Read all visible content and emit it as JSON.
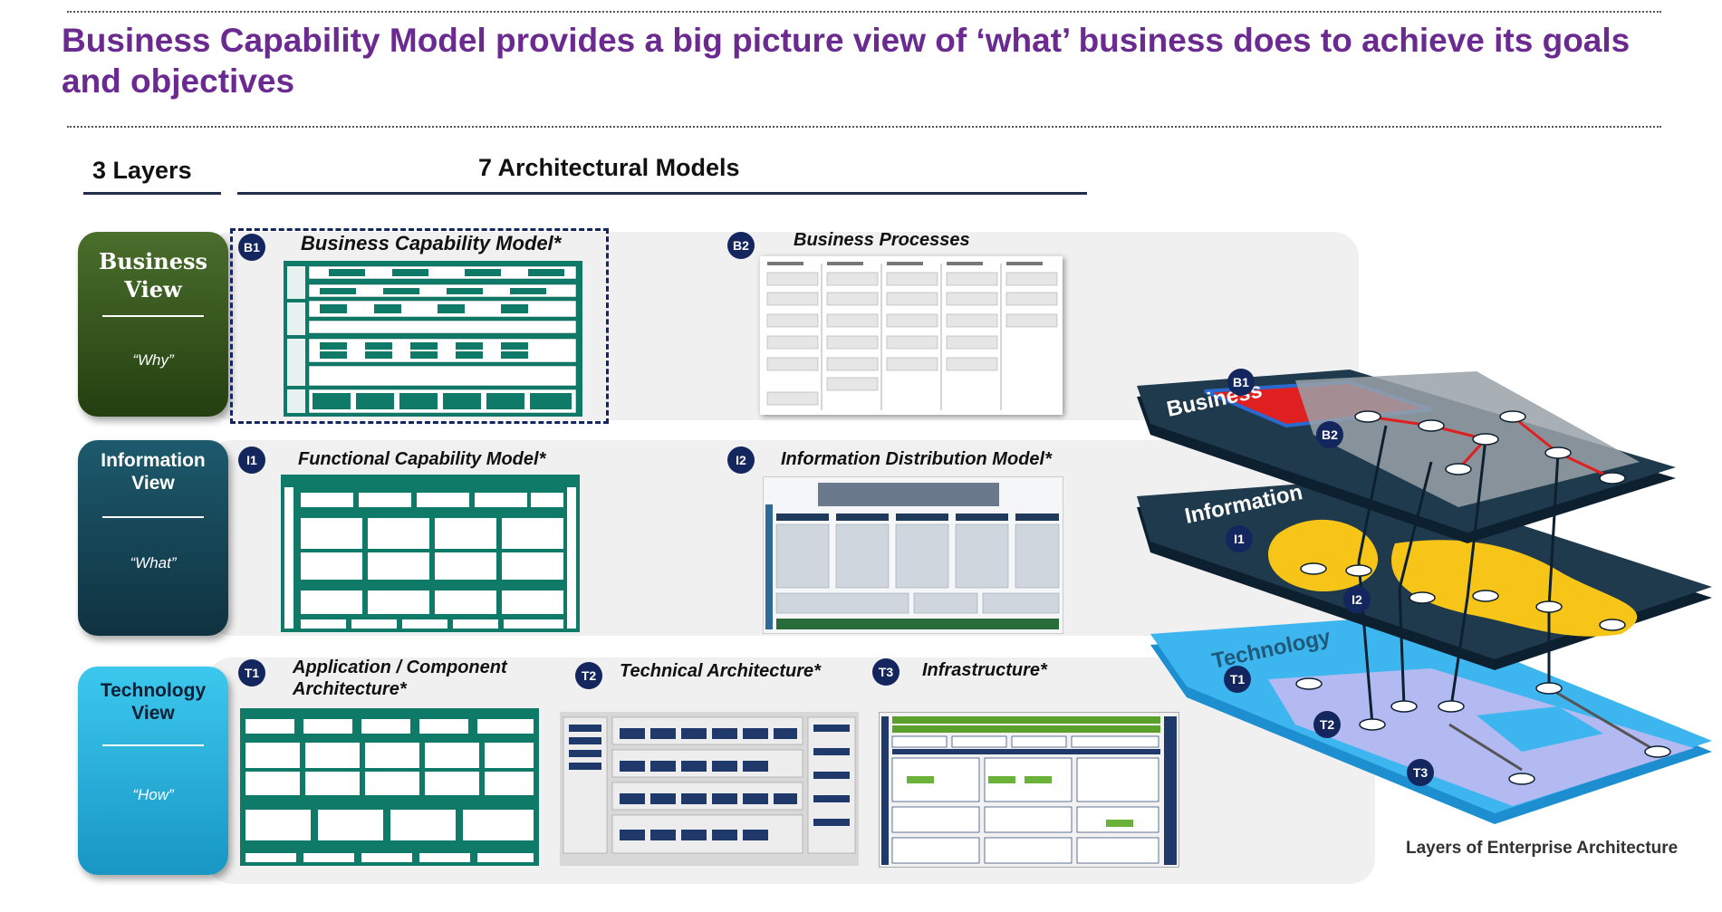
{
  "title": "Business Capability Model provides a big picture view of ‘what’ business does to achieve its goals and objectives",
  "headers": {
    "layers": "3 Layers",
    "models": "7 Architectural Models"
  },
  "layers": [
    {
      "name": "Business View",
      "line1": "Business",
      "line2": "View",
      "question": "“Why”",
      "color": "#2e4e1a"
    },
    {
      "name": "Information View",
      "line1": "Information",
      "line2": "View",
      "question": "“What”",
      "color": "#123e4d"
    },
    {
      "name": "Technology View",
      "line1": "Technology",
      "line2": "View",
      "question": "“How”",
      "color": "#1fb3dc"
    }
  ],
  "models": [
    {
      "id": "B1",
      "title": "Business Capability Model*"
    },
    {
      "id": "B2",
      "title": "Business Processes"
    },
    {
      "id": "I1",
      "title": "Functional Capability Model*"
    },
    {
      "id": "I2",
      "title": "Information Distribution Model*"
    },
    {
      "id": "T1",
      "title_line1": "Application / Component",
      "title_line2": "Architecture*"
    },
    {
      "id": "T2",
      "title": "Technical Architecture*"
    },
    {
      "id": "T3",
      "title": "Infrastructure*"
    }
  ],
  "stack": {
    "business_label": "Business",
    "information_label": "Information",
    "technology_label": "Technology",
    "badges": [
      "B1",
      "B2",
      "I1",
      "I2",
      "T1",
      "T2",
      "T3"
    ],
    "caption": "Layers of Enterprise Architecture"
  },
  "colors": {
    "title": "#6b2a8f",
    "badge": "#14265e",
    "capability_green": "#0f7a68",
    "info_yellow": "#f7c518",
    "tech_blue": "#2aa7e8"
  }
}
